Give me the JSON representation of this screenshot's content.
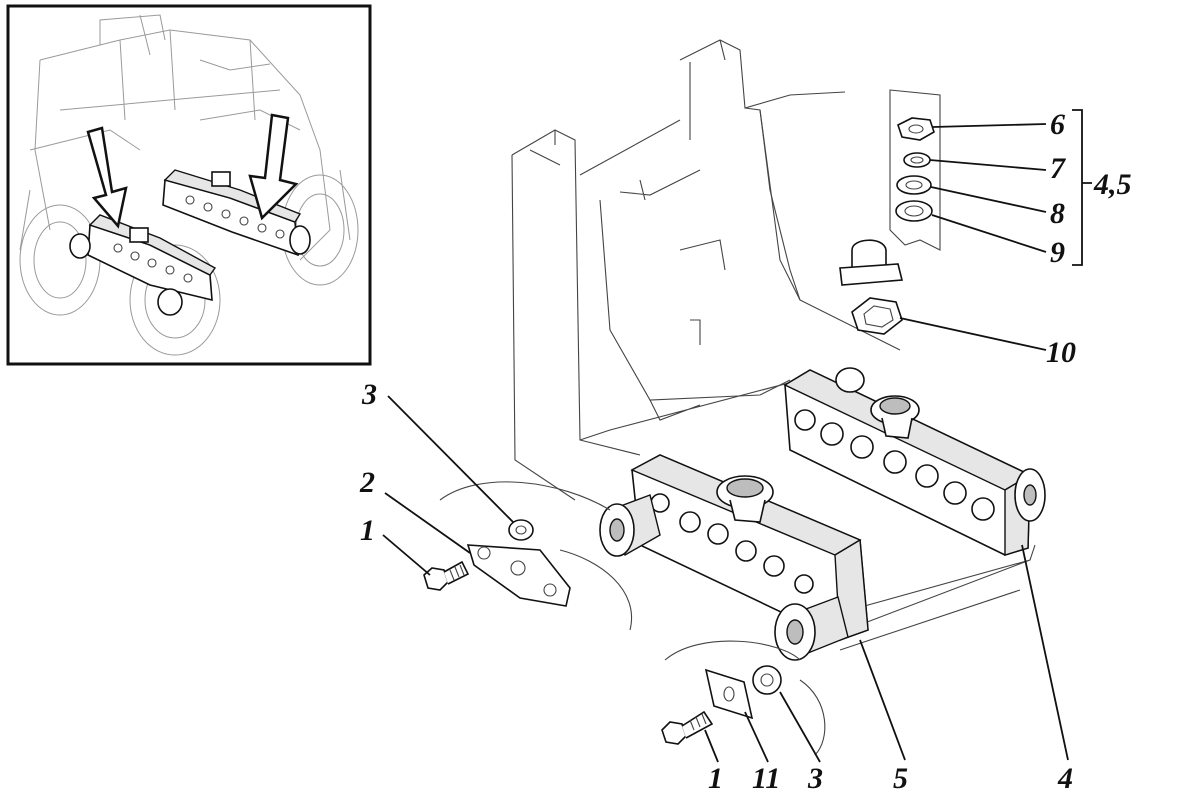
{
  "callouts": {
    "c1_top": "1",
    "c2": "2",
    "c3_top": "3",
    "c1_bottom": "1",
    "c11": "11",
    "c3_bottom": "3",
    "c5": "5",
    "c4": "4",
    "c6": "6",
    "c7": "7",
    "c8": "8",
    "c9": "9",
    "c45": "4,5",
    "c10": "10"
  }
}
